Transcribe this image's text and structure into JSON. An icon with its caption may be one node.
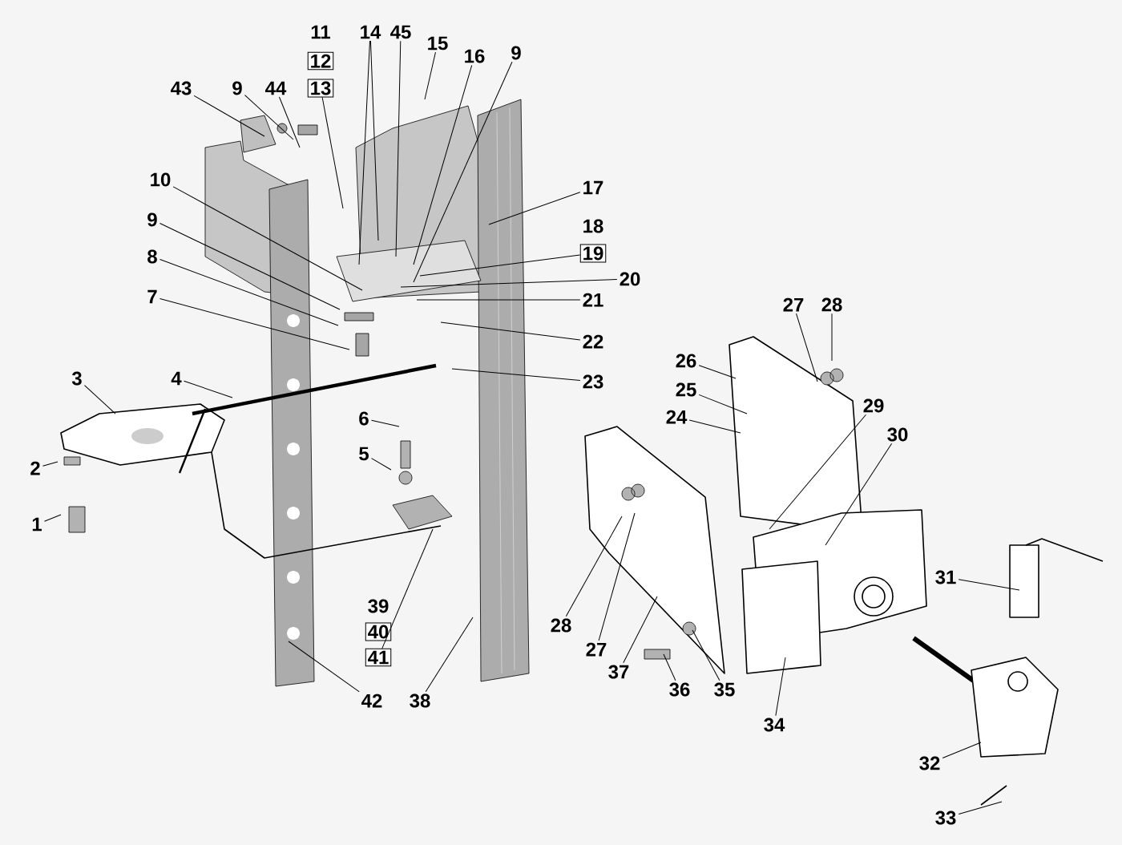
{
  "diagram": {
    "nodes": [
      {
        "text": [
          "1"
        ]
      },
      {
        "text": [
          "2"
        ]
      },
      {
        "text": [
          "3"
        ]
      },
      {
        "text": [
          "4"
        ]
      },
      {
        "text": [
          "5"
        ]
      },
      {
        "text": [
          "6"
        ]
      },
      {
        "text": [
          "7"
        ]
      },
      {
        "text": [
          "8"
        ]
      },
      {
        "text": [
          "9"
        ]
      },
      {
        "text": [
          "10"
        ]
      },
      {
        "text": [
          "11"
        ]
      },
      {
        "text": [
          "12"
        ]
      },
      {
        "text": [
          "13"
        ]
      },
      {
        "text": [
          "14"
        ]
      },
      {
        "text": [
          "45"
        ]
      },
      {
        "text": [
          "15"
        ]
      },
      {
        "text": [
          "16"
        ]
      },
      {
        "text": [
          "9"
        ]
      },
      {
        "text": [
          "17"
        ]
      },
      {
        "text": [
          "18"
        ]
      },
      {
        "text": [
          "19"
        ]
      },
      {
        "text": [
          "20"
        ]
      },
      {
        "text": [
          "21"
        ]
      },
      {
        "text": [
          "22"
        ]
      },
      {
        "text": [
          "23"
        ]
      },
      {
        "text": [
          "26"
        ]
      },
      {
        "text": [
          "25"
        ]
      },
      {
        "text": [
          "24"
        ]
      },
      {
        "text": [
          "27"
        ]
      },
      {
        "text": [
          "28"
        ]
      },
      {
        "text": [
          "29"
        ]
      },
      {
        "text": [
          "30"
        ]
      },
      {
        "text": [
          "31"
        ]
      },
      {
        "text": [
          "32"
        ]
      },
      {
        "text": [
          "33"
        ]
      },
      {
        "text": [
          "34"
        ]
      },
      {
        "text": [
          "35"
        ]
      },
      {
        "text": [
          "36"
        ]
      },
      {
        "text": [
          "37"
        ]
      },
      {
        "text": [
          "27"
        ]
      },
      {
        "text": [
          "28"
        ]
      },
      {
        "text": [
          "39"
        ]
      },
      {
        "text": [
          "40"
        ]
      },
      {
        "text": [
          "41"
        ]
      },
      {
        "text": [
          "38"
        ]
      },
      {
        "text": [
          "42"
        ]
      },
      {
        "text": [
          "43"
        ]
      },
      {
        "text": [
          "9"
        ]
      },
      {
        "text": [
          "44"
        ]
      }
    ],
    "edges": [
      {
        "from": 0,
        "to": null,
        "arrow": "none"
      },
      {
        "from": 1,
        "to": null,
        "arrow": "none"
      },
      {
        "from": 2,
        "to": null,
        "arrow": "none"
      },
      {
        "from": 3,
        "to": null,
        "arrow": "none"
      },
      {
        "from": 4,
        "to": null,
        "arrow": "none"
      },
      {
        "from": 5,
        "to": null,
        "arrow": "none"
      },
      {
        "from": 6,
        "to": null,
        "arrow": "none"
      },
      {
        "from": 7,
        "to": null,
        "arrow": "none"
      },
      {
        "from": 8,
        "to": null,
        "arrow": "none"
      },
      {
        "from": 9,
        "to": null,
        "arrow": "none"
      },
      {
        "from": 12,
        "to": null,
        "arrow": "none"
      },
      {
        "from": 13,
        "to": null,
        "arrow": "none"
      },
      {
        "from": 13,
        "to": null,
        "arrow": "none"
      },
      {
        "from": 14,
        "to": null,
        "arrow": "none"
      },
      {
        "from": 15,
        "to": null,
        "arrow": "none"
      },
      {
        "from": 16,
        "to": null,
        "arrow": "none"
      },
      {
        "from": 17,
        "to": null,
        "arrow": "none"
      },
      {
        "from": 18,
        "to": null,
        "arrow": "none"
      },
      {
        "from": 20,
        "to": null,
        "arrow": "none"
      },
      {
        "from": 21,
        "to": null,
        "arrow": "none"
      },
      {
        "from": 22,
        "to": null,
        "arrow": "none"
      },
      {
        "from": 23,
        "to": null,
        "arrow": "none"
      },
      {
        "from": 24,
        "to": null,
        "arrow": "none"
      },
      {
        "from": 25,
        "to": null,
        "arrow": "none"
      },
      {
        "from": 26,
        "to": null,
        "arrow": "none"
      },
      {
        "from": 27,
        "to": null,
        "arrow": "none"
      },
      {
        "from": 28,
        "to": null,
        "arrow": "none"
      },
      {
        "from": 29,
        "to": null,
        "arrow": "none"
      },
      {
        "from": 30,
        "to": null,
        "arrow": "none"
      },
      {
        "from": 31,
        "to": null,
        "arrow": "none"
      },
      {
        "from": 32,
        "to": null,
        "arrow": "none"
      },
      {
        "from": 33,
        "to": null,
        "arrow": "none"
      },
      {
        "from": 34,
        "to": null,
        "arrow": "none"
      },
      {
        "from": 35,
        "to": null,
        "arrow": "none"
      },
      {
        "from": 36,
        "to": null,
        "arrow": "none"
      },
      {
        "from": 37,
        "to": null,
        "arrow": "none"
      },
      {
        "from": 38,
        "to": null,
        "arrow": "none"
      },
      {
        "from": 39,
        "to": null,
        "arrow": "none"
      },
      {
        "from": 40,
        "to": null,
        "arrow": "none"
      },
      {
        "from": 43,
        "to": null,
        "arrow": "none"
      },
      {
        "from": 44,
        "to": null,
        "arrow": "none"
      },
      {
        "from": 45,
        "to": null,
        "arrow": "none"
      },
      {
        "from": 46,
        "to": null,
        "arrow": "none"
      },
      {
        "from": 47,
        "to": null,
        "arrow": "none"
      },
      {
        "from": 48,
        "to": null,
        "arrow": "none"
      }
    ]
  }
}
